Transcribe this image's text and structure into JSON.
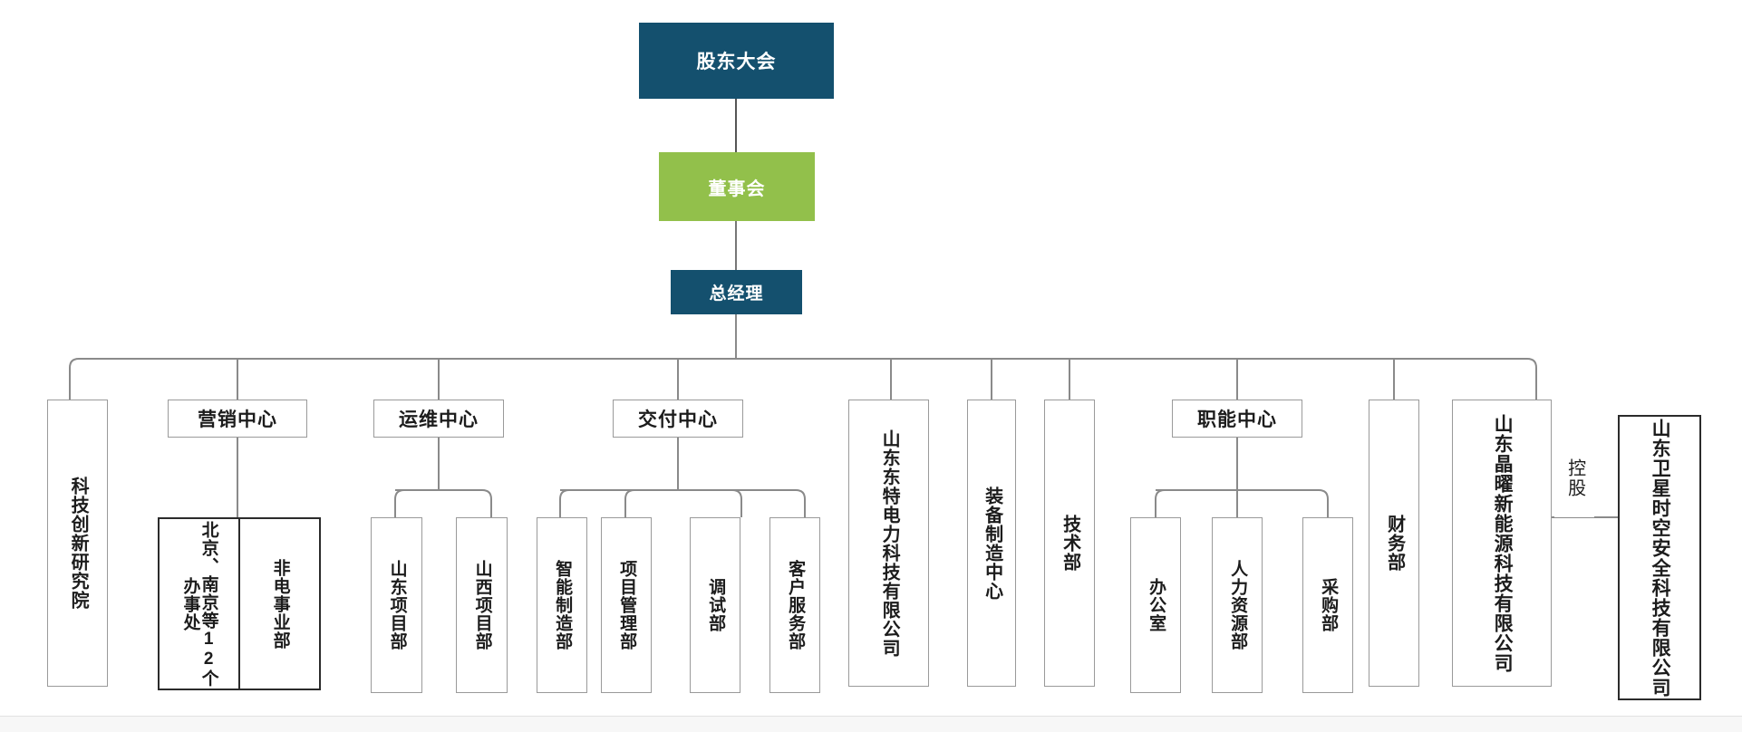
{
  "chart": {
    "title_hierarchy": "股东大会 → 董事会 → 总经理",
    "colors": {
      "navy": "#14506E",
      "green": "#92C04B",
      "box_border": "#9a9a9a",
      "heavy_border": "#2b2b2b",
      "wire": "#8a8a8a",
      "text": "#1c1c1c",
      "filled_text": "#ffffff",
      "page_background": "#ffffff"
    }
  },
  "executive": {
    "shareholders_meeting": "股东大会",
    "board_of_directors": "董事会",
    "general_manager": "总经理"
  },
  "centers": {
    "marketing": "营销中心",
    "operations": "运维中心",
    "delivery": "交付中心",
    "functional": "职能中心"
  },
  "departments": {
    "research_institute": "科技创新研究院",
    "offices_12": "北京、南京等12个办事处",
    "non_power_division": "非电事业部",
    "shandong_project": "山东项目部",
    "shanxi_project": "山西项目部",
    "smart_manufacturing": "智能制造部",
    "project_management": "项目管理部",
    "commissioning": "调试部",
    "customer_service": "客户服务部",
    "shandong_dongte": "山东东特电力科技有限公司",
    "equipment_manufacturing_center": "装备制造中心",
    "technology_dept": "技术部",
    "office": "办公室",
    "human_resources": "人力资源部",
    "procurement": "采购部",
    "finance": "财务部",
    "jingyao_new_energy": "山东晶曜新能源科技有限公司",
    "weixing_shikong": "山东卫星时空安全科技有限公司"
  },
  "relations": {
    "holding": "控股"
  },
  "chart_data": {
    "type": "diagram",
    "title": "组织架构图",
    "root": "股东大会",
    "nodes": [
      {
        "id": "shareholders",
        "label": "股东大会",
        "style": "navy-filled",
        "parent": null
      },
      {
        "id": "board",
        "label": "董事会",
        "style": "green-filled",
        "parent": "shareholders"
      },
      {
        "id": "gm",
        "label": "总经理",
        "style": "navy-filled",
        "parent": "board"
      },
      {
        "id": "research",
        "label": "科技创新研究院",
        "style": "vertical-box",
        "parent": "gm"
      },
      {
        "id": "marketing",
        "label": "营销中心",
        "style": "chip",
        "parent": "gm"
      },
      {
        "id": "offices12",
        "label": "北京、南京等12个办事处",
        "style": "vertical-box-heavy",
        "parent": "marketing"
      },
      {
        "id": "nonpower",
        "label": "非电事业部",
        "style": "vertical-box-heavy",
        "parent": "marketing"
      },
      {
        "id": "operations",
        "label": "运维中心",
        "style": "chip",
        "parent": "gm"
      },
      {
        "id": "sdproject",
        "label": "山东项目部",
        "style": "vertical-box",
        "parent": "operations"
      },
      {
        "id": "sxproject",
        "label": "山西项目部",
        "style": "vertical-box",
        "parent": "operations"
      },
      {
        "id": "delivery",
        "label": "交付中心",
        "style": "chip",
        "parent": "gm"
      },
      {
        "id": "smartmfg",
        "label": "智能制造部",
        "style": "vertical-box",
        "parent": "delivery"
      },
      {
        "id": "pm",
        "label": "项目管理部",
        "style": "vertical-box",
        "parent": "delivery"
      },
      {
        "id": "commission",
        "label": "调试部",
        "style": "vertical-box",
        "parent": "delivery"
      },
      {
        "id": "custserv",
        "label": "客户服务部",
        "style": "vertical-box",
        "parent": "delivery"
      },
      {
        "id": "dongte",
        "label": "山东东特电力科技有限公司",
        "style": "vertical-box",
        "parent": "gm"
      },
      {
        "id": "equipctr",
        "label": "装备制造中心",
        "style": "vertical-box",
        "parent": "gm"
      },
      {
        "id": "techdept",
        "label": "技术部",
        "style": "vertical-box",
        "parent": "gm"
      },
      {
        "id": "functional",
        "label": "职能中心",
        "style": "chip",
        "parent": "gm"
      },
      {
        "id": "officeroom",
        "label": "办公室",
        "style": "vertical-box",
        "parent": "functional"
      },
      {
        "id": "hr",
        "label": "人力资源部",
        "style": "vertical-box",
        "parent": "functional"
      },
      {
        "id": "purchase",
        "label": "采购部",
        "style": "vertical-box",
        "parent": "functional"
      },
      {
        "id": "finance",
        "label": "财务部",
        "style": "vertical-box",
        "parent": "gm"
      },
      {
        "id": "jingyao",
        "label": "山东晶曜新能源科技有限公司",
        "style": "vertical-box",
        "parent": "gm"
      },
      {
        "id": "weixing",
        "label": "山东卫星时空安全科技有限公司",
        "style": "vertical-box-heavy",
        "parent": "jingyao",
        "edge_label": "控股"
      }
    ],
    "edge_labels": [
      {
        "from": "jingyao",
        "to": "weixing",
        "label": "控股"
      }
    ]
  }
}
